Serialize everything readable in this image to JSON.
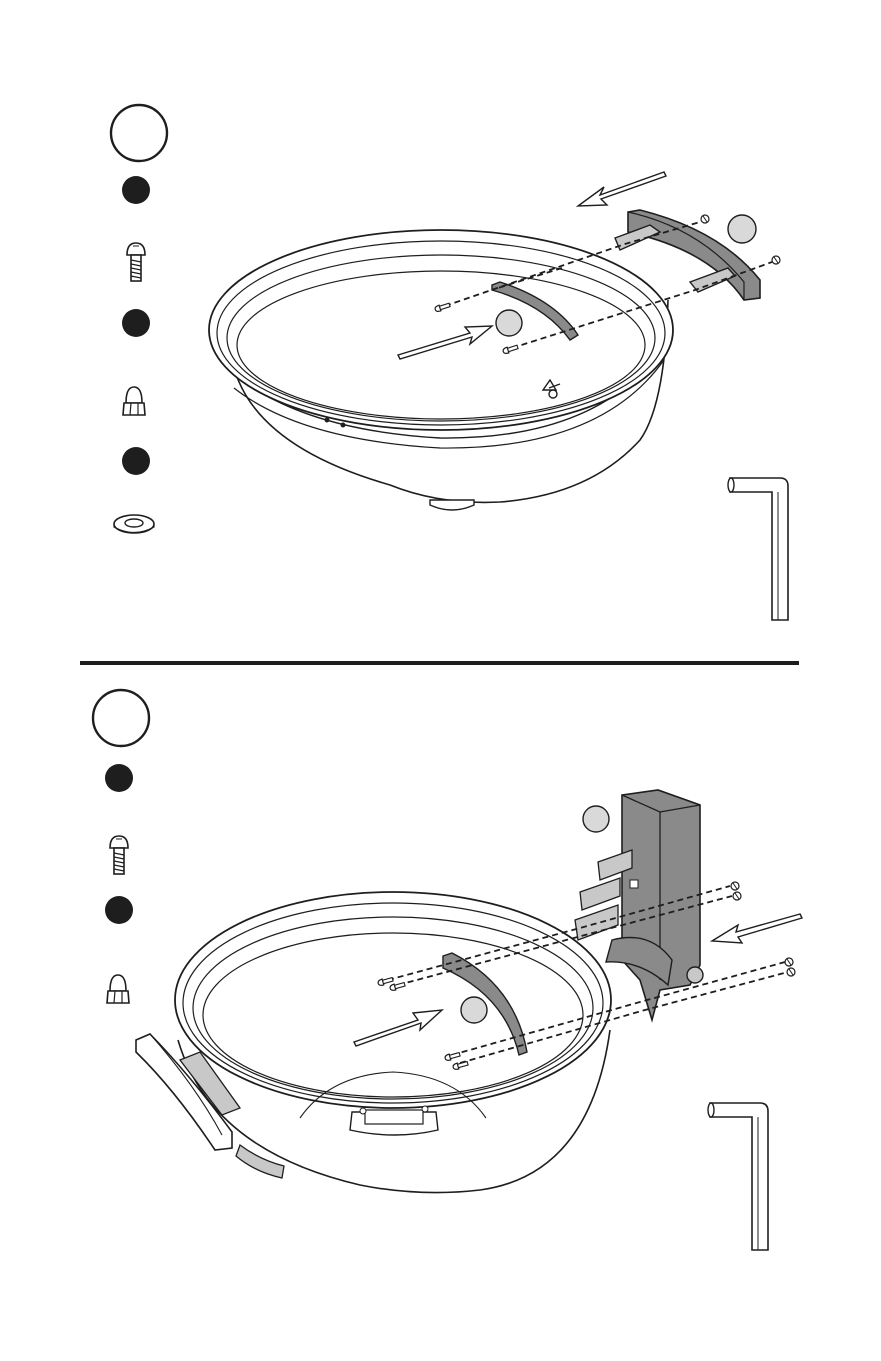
{
  "colors": {
    "ink": "#1e1e1e",
    "part_fill": "#8a8a8a",
    "part_fill_light": "#c8c8c8",
    "marker_fill": "#d9d9d9",
    "paper": "#ffffff"
  },
  "steps": [
    {
      "number": "",
      "hardware": [
        {
          "kind": "bolt",
          "badge": "",
          "icon": "bolt-icon"
        },
        {
          "kind": "acorn-nut",
          "badge": "",
          "icon": "acorn-nut-icon"
        },
        {
          "kind": "washer",
          "badge": "",
          "icon": "washer-icon"
        }
      ],
      "callouts": {
        "part_handle": "",
        "part_bracket": ""
      },
      "tool": "allen-key-icon"
    },
    {
      "number": "",
      "hardware": [
        {
          "kind": "bolt",
          "badge": "",
          "icon": "bolt-icon"
        },
        {
          "kind": "acorn-nut",
          "badge": "",
          "icon": "acorn-nut-icon"
        }
      ],
      "callouts": {
        "part_leg_mount": "",
        "part_bracket": ""
      },
      "tool": "allen-key-icon"
    }
  ]
}
